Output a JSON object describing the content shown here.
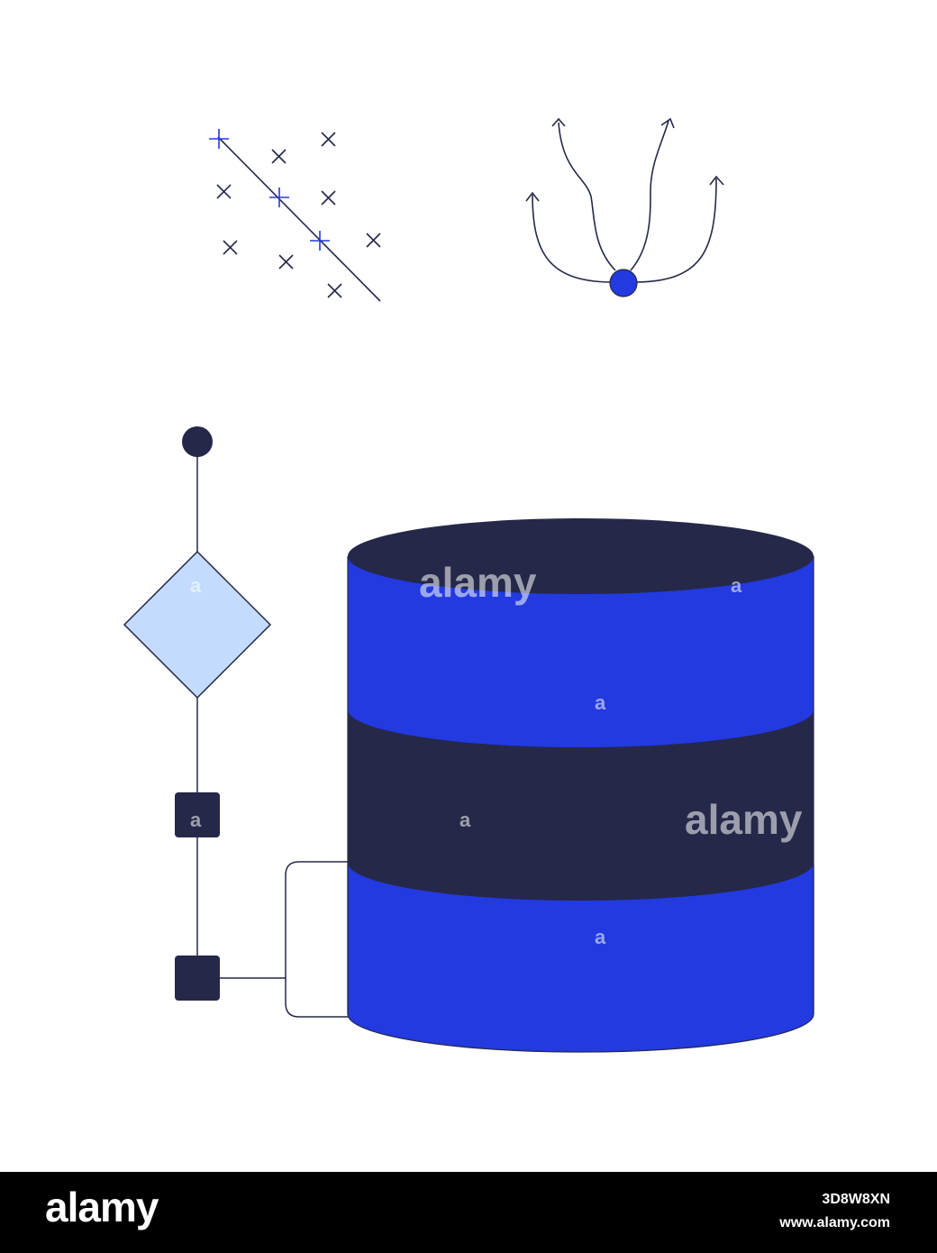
{
  "colors": {
    "navy": "#252849",
    "blue": "#223ae0",
    "light_blue": "#c3dcfd",
    "line": "#252849",
    "background": "#ffffff"
  },
  "watermark": {
    "big_text": "alamy",
    "small_mark": "a"
  },
  "footer": {
    "brand": "alamy",
    "image_id": "3D8W8XN",
    "site": "www.alamy.com"
  }
}
